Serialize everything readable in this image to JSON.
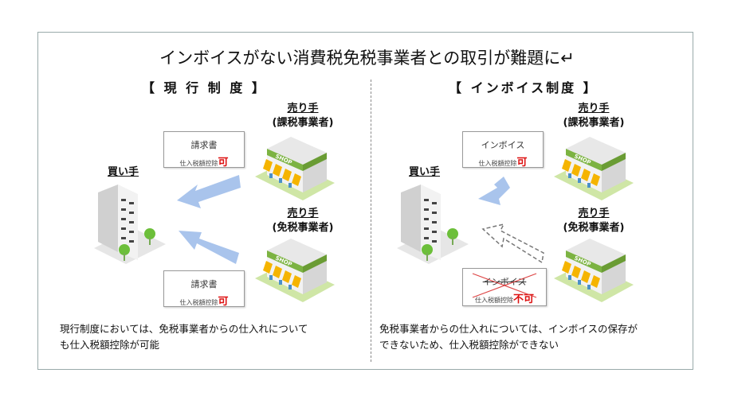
{
  "title": "インボイスがない消費税免税事業者との取引が難題に↵",
  "left": {
    "heading": "【 現 行 制 度 】",
    "buyer": "買い手",
    "seller1": {
      "role": "売り手",
      "type": "(課税事業者)"
    },
    "seller2": {
      "role": "売り手",
      "type": "(免税事業者)"
    },
    "doc1": {
      "title": "請求書",
      "note": "仕入税額控除",
      "mark": "可"
    },
    "doc2": {
      "title": "請求書",
      "note": "仕入税額控除",
      "mark": "可"
    },
    "caption": [
      "現行制度においては、免税事業者からの仕入れについて",
      "も仕入税額控除が可能"
    ]
  },
  "right": {
    "heading": "【 インボイス制度 】",
    "buyer": "買い手",
    "seller1": {
      "role": "売り手",
      "type": "(課税事業者)"
    },
    "seller2": {
      "role": "売り手",
      "type": "(免税事業者)"
    },
    "doc1": {
      "title": "インボイス",
      "note": "仕入税額控除",
      "mark": "可"
    },
    "doc2": {
      "title": "インボイス",
      "note": "仕入税額控除",
      "mark": "不可"
    },
    "caption": [
      "免税事業者からの仕入れについては、インボイスの保存が",
      "できないため、仕入税額控除ができない"
    ]
  },
  "shop_sign": "SHOP",
  "colors": {
    "arrow": "#a9c4ec",
    "red": "#d11111",
    "green": "#7cb342",
    "awning": "#f5b400"
  }
}
